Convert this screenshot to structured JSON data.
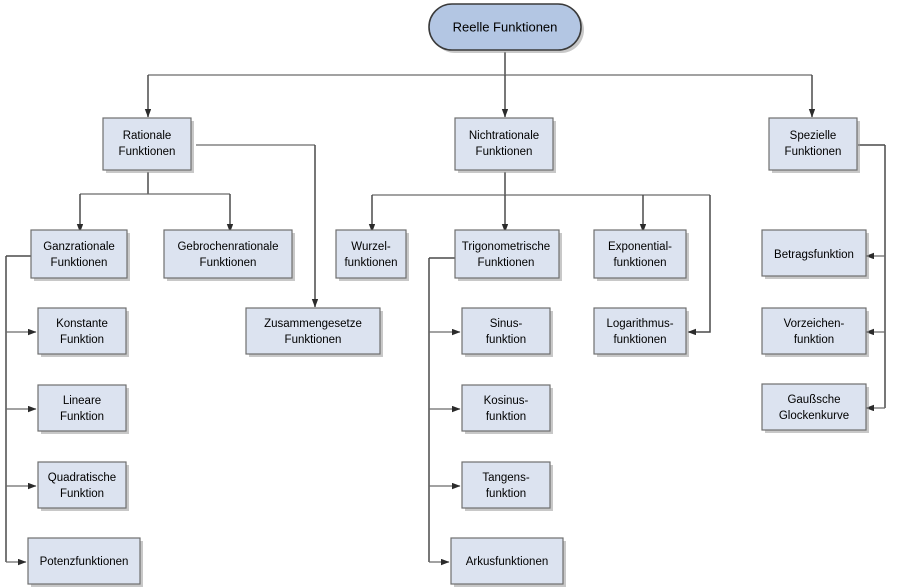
{
  "diagram": {
    "title": "Reelle Funktionen",
    "type": "hierarchy-tree",
    "colors": {
      "root_fill": "#b3c6e3",
      "node_fill": "#dce3f0",
      "node_stroke": "#6f6f6f",
      "connector": "#4a4a4a",
      "background": "#ffffff",
      "text": "#000000"
    },
    "nodes": {
      "root": {
        "label": "Reelle Funktionen"
      },
      "level1": [
        {
          "id": "rationale",
          "label_line1": "Rationale",
          "label_line2": "Funktionen"
        },
        {
          "id": "nichtrationale",
          "label_line1": "Nichtrationale",
          "label_line2": "Funktionen"
        },
        {
          "id": "spezielle",
          "label_line1": "Spezielle",
          "label_line2": "Funktionen"
        }
      ],
      "rationale_children": [
        {
          "id": "ganzrationale",
          "label_line1": "Ganzrationale",
          "label_line2": "Funktionen"
        },
        {
          "id": "gebrochenrationale",
          "label_line1": "Gebrochenrationale",
          "label_line2": "Funktionen"
        }
      ],
      "ganzrationale_children": [
        {
          "id": "konstante",
          "label_line1": "Konstante",
          "label_line2": "Funktion"
        },
        {
          "id": "lineare",
          "label_line1": "Lineare",
          "label_line2": "Funktion"
        },
        {
          "id": "quadratische",
          "label_line1": "Quadratische",
          "label_line2": "Funktion"
        },
        {
          "id": "potenz",
          "label_line1": "Potenzfunktionen",
          "label_line2": ""
        }
      ],
      "zusammengesetze": {
        "label_line1": "Zusammengesetze",
        "label_line2": "Funktionen"
      },
      "nichtrationale_children": [
        {
          "id": "wurzel",
          "label_line1": "Wurzel-",
          "label_line2": "funktionen"
        },
        {
          "id": "trigonometrische",
          "label_line1": "Trigonometrische",
          "label_line2": "Funktionen"
        },
        {
          "id": "exponential",
          "label_line1": "Exponential-",
          "label_line2": "funktionen"
        },
        {
          "id": "logarithmus",
          "label_line1": "Logarithmus-",
          "label_line2": "funktionen"
        }
      ],
      "trigonometrische_children": [
        {
          "id": "sinus",
          "label_line1": "Sinus-",
          "label_line2": "funktion"
        },
        {
          "id": "kosinus",
          "label_line1": "Kosinus-",
          "label_line2": "funktion"
        },
        {
          "id": "tangens",
          "label_line1": "Tangens-",
          "label_line2": "funktion"
        },
        {
          "id": "arkus",
          "label_line1": "Arkusfunktionen",
          "label_line2": ""
        }
      ],
      "spezielle_children": [
        {
          "id": "betrag",
          "label_line1": "Betragsfunktion",
          "label_line2": ""
        },
        {
          "id": "vorzeichen",
          "label_line1": "Vorzeichen-",
          "label_line2": "funktion"
        },
        {
          "id": "gauss",
          "label_line1": "Gaußsche",
          "label_line2": "Glockenkurve"
        }
      ]
    }
  }
}
